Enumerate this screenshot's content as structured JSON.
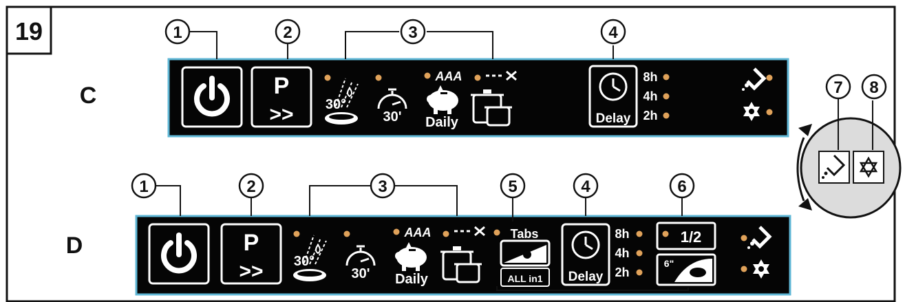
{
  "figure": {
    "number": "19",
    "panel_c_label": "C",
    "panel_d_label": "D",
    "callouts": {
      "power": "1",
      "program": "2",
      "options": "3",
      "delay": "4",
      "tabs": "5",
      "half_load": "6",
      "rinse_aid": "7",
      "salt": "8"
    },
    "panel_text": {
      "program_letter": "P",
      "program_arrows": ">>",
      "prewash_deg": "30°",
      "quick_time": "30'",
      "eco_rating": "AAA",
      "eco_label": "Daily",
      "delay_label": "Delay",
      "delay_8h": "8h",
      "delay_4h": "4h",
      "delay_2h": "2h",
      "tabs_title": "Tabs",
      "tabs_allin1": "ALL in1",
      "half_load": "1/2",
      "half_load_size": "6\""
    }
  },
  "colors": {
    "panel_bg": "#050505",
    "panel_border": "#5fb7d6",
    "led": "#e0a25a",
    "ink": "#111111",
    "zoom_bg": "#dcdcdc"
  },
  "icons": [
    "power-icon",
    "program-icon",
    "prewash-spray-icon",
    "timer-icon",
    "piggy-bank-icon",
    "pots-icon",
    "clock-icon",
    "tabs-icon",
    "half-load-icon",
    "rinse-aid-icon",
    "salt-icon"
  ]
}
